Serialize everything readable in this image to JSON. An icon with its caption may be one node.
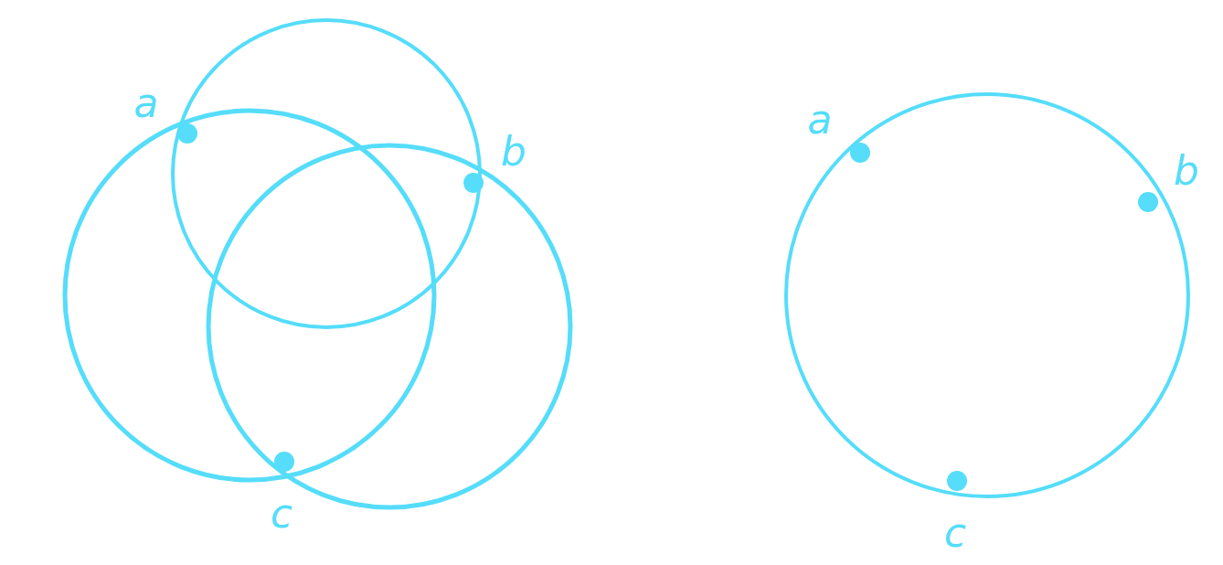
{
  "diagram": {
    "labels": [
      "a",
      "b",
      "c",
      "a",
      "b",
      "c"
    ]
  }
}
